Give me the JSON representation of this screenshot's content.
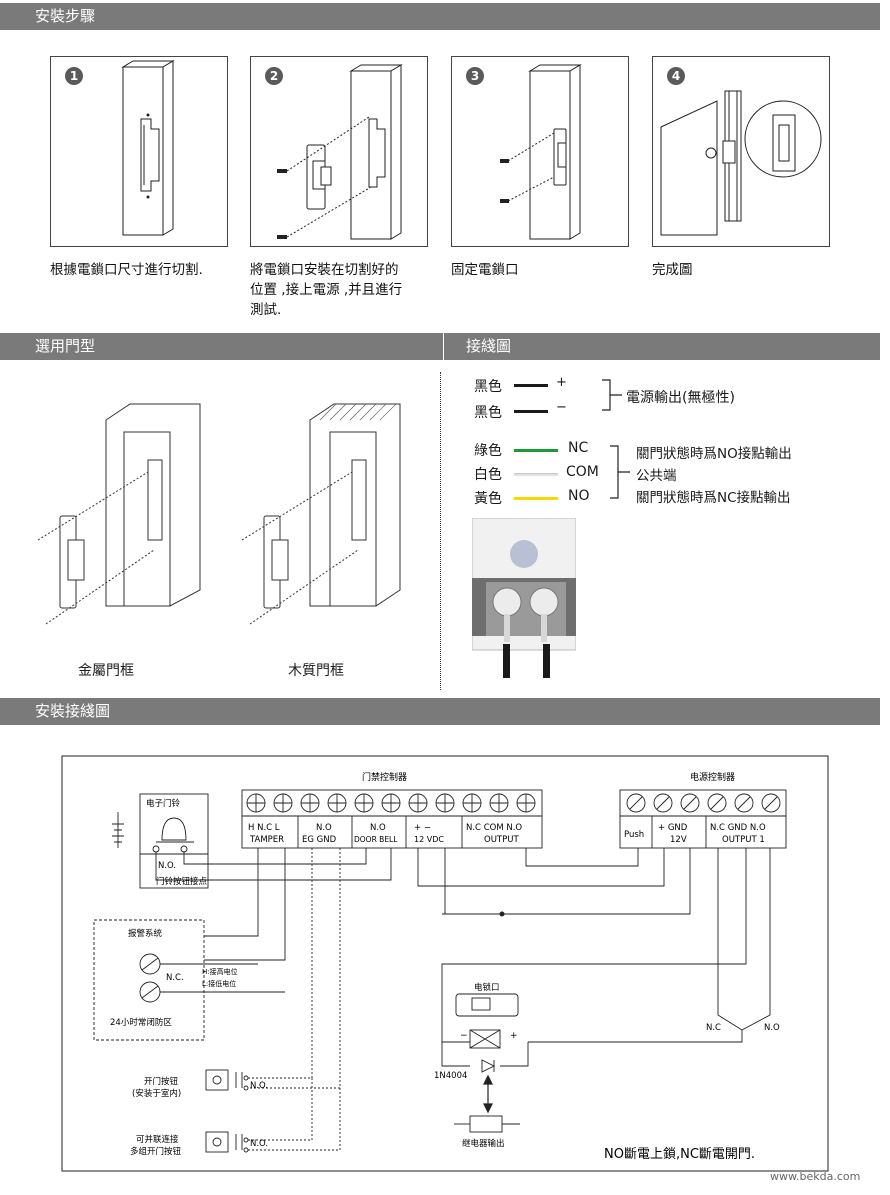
{
  "sections": {
    "install_steps": "安裝步驟",
    "door_type": "選用門型",
    "wiring": "接綫圖",
    "install_wiring": "安裝接綫圖"
  },
  "steps": [
    {
      "num": "1",
      "caption": "根據電鎖口尺寸進行切割."
    },
    {
      "num": "2",
      "caption_lines": [
        "將電鎖口安裝在切割好的",
        "位置 ,接上電源 ,并且進行",
        "測試."
      ]
    },
    {
      "num": "3",
      "caption": "固定電鎖口"
    },
    {
      "num": "4",
      "caption": "完成圖"
    }
  ],
  "doors": {
    "metal": "金屬門框",
    "wood": "木質門框"
  },
  "wires": {
    "black1": "黑色",
    "black2": "黑色",
    "plus": "+",
    "minus": "−",
    "power_note": "電源輸出(無極性)",
    "green": "綠色",
    "white": "白色",
    "yellow": "黃色",
    "nc": "NC",
    "com": "COM",
    "no": "NO",
    "nc_note": "關門狀態時爲NO接點輸出",
    "com_note": "公共端",
    "no_note": "關門狀態時爲NC接點輸出",
    "color_black": "#1a1a1a",
    "color_green": "#1a9a3a",
    "color_white": "#e8e8e8",
    "color_yellow": "#f2dd00"
  },
  "schematic": {
    "access_ctrl": "门禁控制器",
    "power_ctrl": "电源控制器",
    "doorbell": "电子门铃",
    "bell_no": "N.O.",
    "bell_contact": "门铃按钮接点",
    "term_groups": [
      {
        "top": "H N.C L",
        "bottom": "TAMPER"
      },
      {
        "top": "N.O",
        "bottom": "EG  GND"
      },
      {
        "top": "N.O",
        "bottom": "DOOR BELL"
      },
      {
        "top": "+    −",
        "bottom": "12 VDC"
      },
      {
        "top": "N.C COM N.O",
        "bottom": "OUTPUT"
      }
    ],
    "push": "Push",
    "psu_plus": "+   GND",
    "psu_12v": "12V",
    "psu_out_top": "N.C  GND N.O",
    "psu_out": "OUTPUT 1",
    "alarm": "报警系统",
    "alarm_nc": "N.C.",
    "alarm_h": "H:接高电位",
    "alarm_l": "L:接低电位",
    "alarm_zone": "24小时常闭防区",
    "lock": "电锁口",
    "lock_minus": "−",
    "lock_plus": "+",
    "diode": "1N4004",
    "relay": "继电器输出",
    "nc": "N.C",
    "no": "N.O",
    "open_btn_1": "开门按钮",
    "open_btn_2": "(安装于室内)",
    "btn_no": "N.O.",
    "multi_1": "可并联连接",
    "multi_2": "多组开门按钮",
    "btn_no2": "N.O.",
    "note": "NO斷電上鎖,NC斷電開門."
  },
  "watermark": "www.bekda.com"
}
